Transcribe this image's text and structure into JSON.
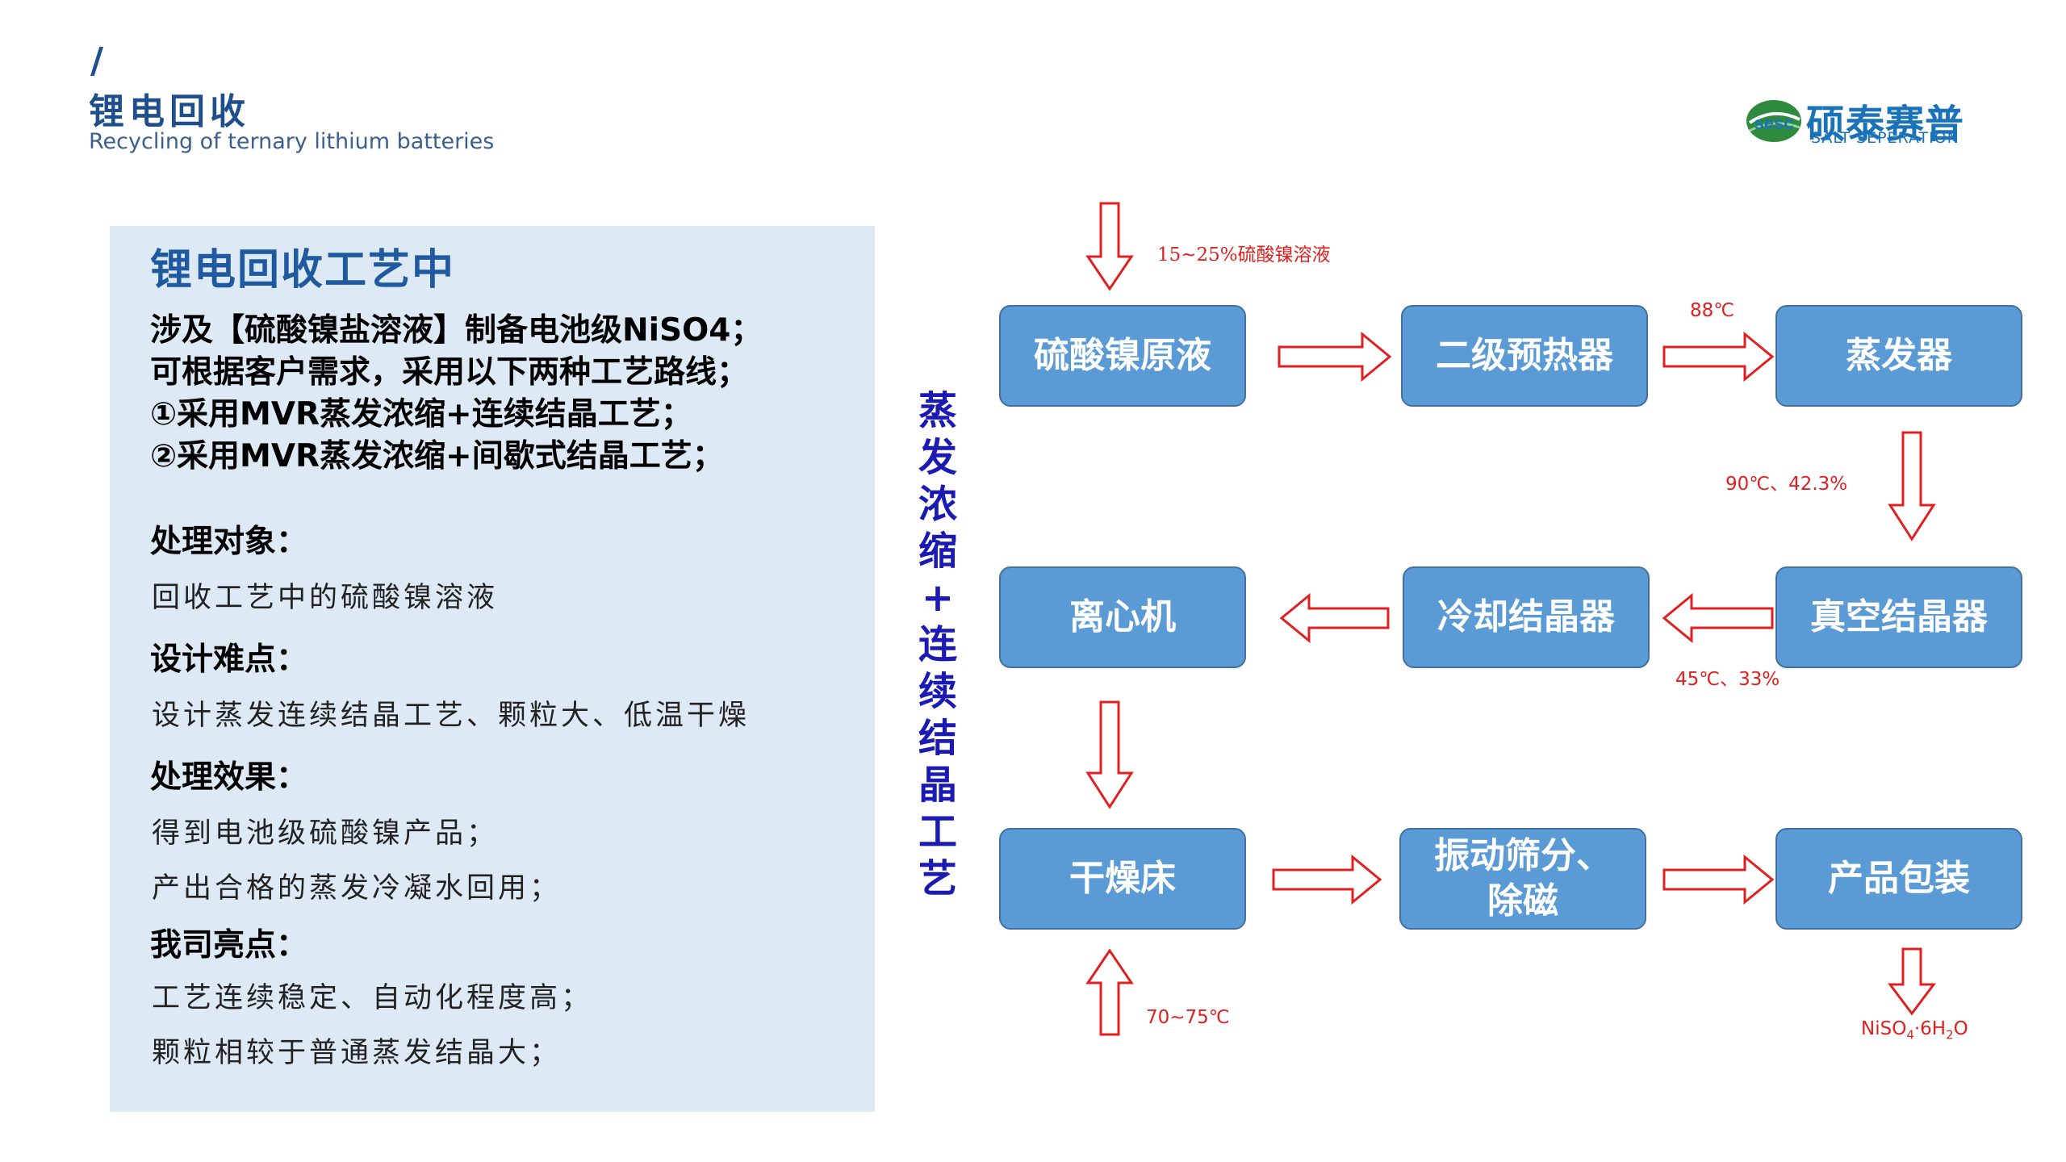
{
  "header": {
    "slash": "/",
    "title": "锂电回收",
    "subtitle": "Recycling of ternary lithium batteries"
  },
  "logo": {
    "mark_text": "sesc",
    "cn": "硕泰赛普",
    "en": "SALT SEPERATION"
  },
  "panel": {
    "title": "锂电回收工艺中",
    "intro": [
      "涉及【硫酸镍盐溶液】制备电池级NiSO4；",
      "可根据客户需求，采用以下两种工艺路线；",
      "①采用MVR蒸发浓缩+连续结晶工艺；",
      "②采用MVR蒸发浓缩+间歇式结晶工艺；"
    ],
    "sections": [
      {
        "heading": "处理对象：",
        "lines": [
          "回收工艺中的硫酸镍溶液"
        ]
      },
      {
        "heading": "设计难点：",
        "lines": [
          "设计蒸发连续结晶工艺、颗粒大、低温干燥"
        ]
      },
      {
        "heading": "处理效果：",
        "lines": [
          "得到电池级硫酸镍产品；",
          "产出合格的蒸发冷凝水回用；"
        ]
      },
      {
        "heading": "我司亮点：",
        "lines": [
          "工艺连续稳定、自动化程度高；",
          "颗粒相较于普通蒸发结晶大；"
        ]
      }
    ]
  },
  "vertical_label": [
    "蒸",
    "发",
    "浓",
    "缩",
    "+",
    "连",
    "续",
    "结",
    "晶",
    "工",
    "艺"
  ],
  "diagram": {
    "boxes": {
      "raw": "硫酸镍原液",
      "preheater": "二级预热器",
      "evaporator": "蒸发器",
      "centrifuge": "离心机",
      "cooling": "冷却结晶器",
      "vacuum": "真空结晶器",
      "dryer": "干燥床",
      "screen_1": "振动筛分、",
      "screen_2": "除磁",
      "packaging": "产品包装"
    },
    "labels": {
      "feed": "15~25%硫酸镍溶液",
      "preheat_temp": "88℃",
      "evap_out": "90℃、42.3%",
      "cryst_out": "45℃、33%",
      "dryer_temp": "70~75℃",
      "product_main": "NiSO",
      "product_sub1": "4",
      "product_mid": "·6H",
      "product_sub2": "2",
      "product_end": "O"
    },
    "colors": {
      "box_fill": "#5b9bd5",
      "box_border": "#41719c",
      "arrow": "#e02020",
      "label": "#e02020"
    }
  }
}
